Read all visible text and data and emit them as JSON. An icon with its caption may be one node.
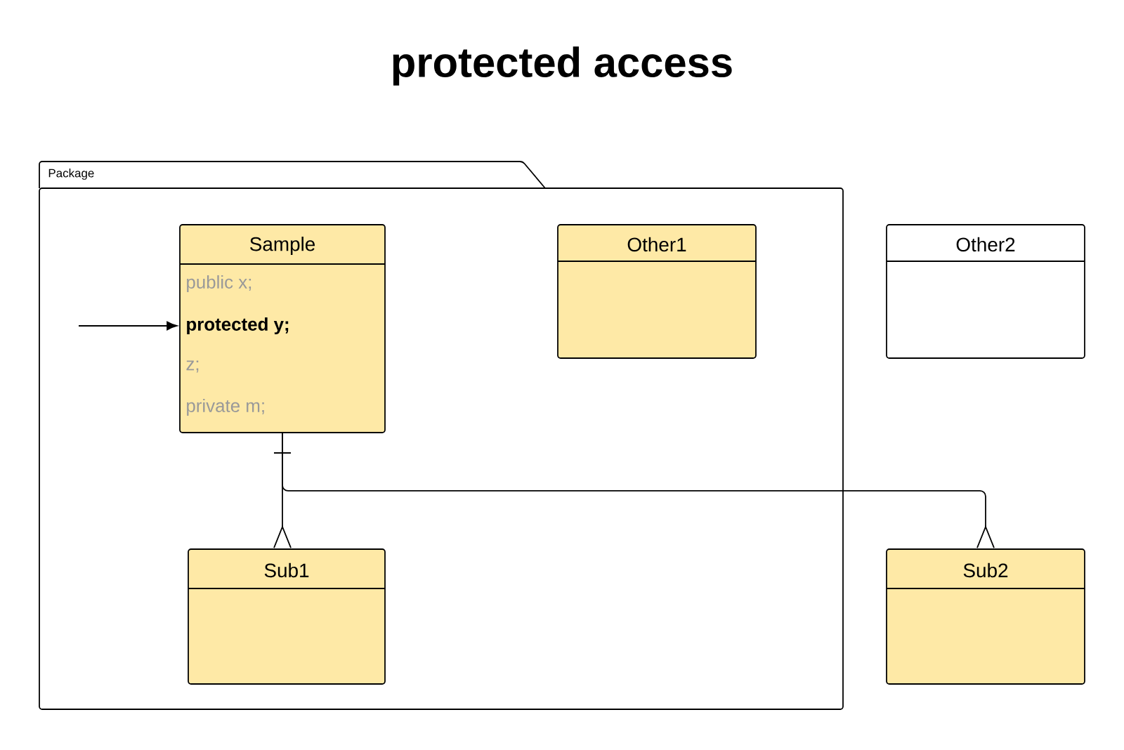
{
  "diagram": {
    "title": "protected access",
    "nodes": [
      {
        "text": [
          "Package"
        ]
      },
      {
        "text": [
          "Sample",
          "public x;",
          "protected y;",
          "z;",
          "private m;"
        ],
        "in": 0
      },
      {
        "text": [
          "Other1"
        ],
        "in": 0
      },
      {
        "text": [
          "Sub1"
        ],
        "in": 0
      },
      {
        "text": [
          "Other2"
        ]
      },
      {
        "text": [
          "Sub2"
        ]
      }
    ],
    "edges": [
      {
        "from": null,
        "to": 1,
        "arrow": "to"
      },
      {
        "from": 1,
        "to": 3,
        "arrow": "other"
      },
      {
        "from": 1,
        "to": 5,
        "arrow": "other"
      }
    ]
  }
}
